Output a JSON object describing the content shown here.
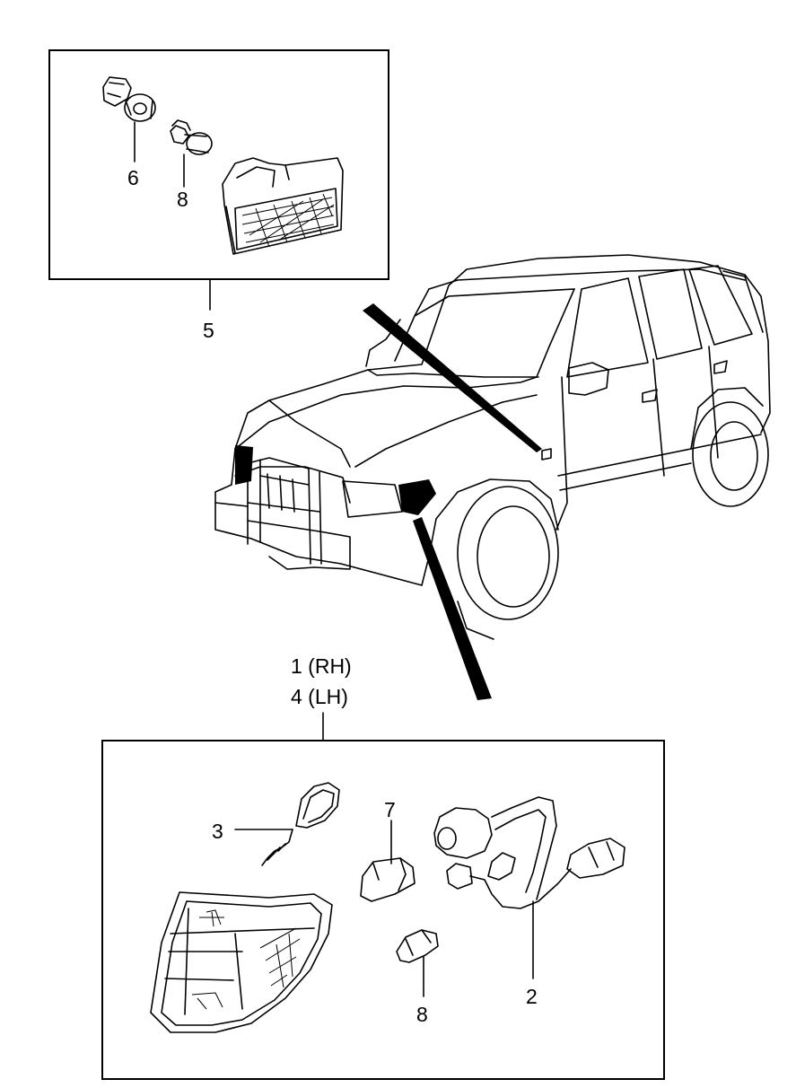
{
  "callouts": {
    "side_marker_assy": "5",
    "socket_top": "6",
    "bulb_top": "8",
    "combination_lamp_rh": "1 (RH)",
    "combination_lamp_lh": "4 (LH)",
    "packing": "3",
    "bulb_large": "7",
    "bulb_small": "8",
    "wiring_harness": "2"
  }
}
